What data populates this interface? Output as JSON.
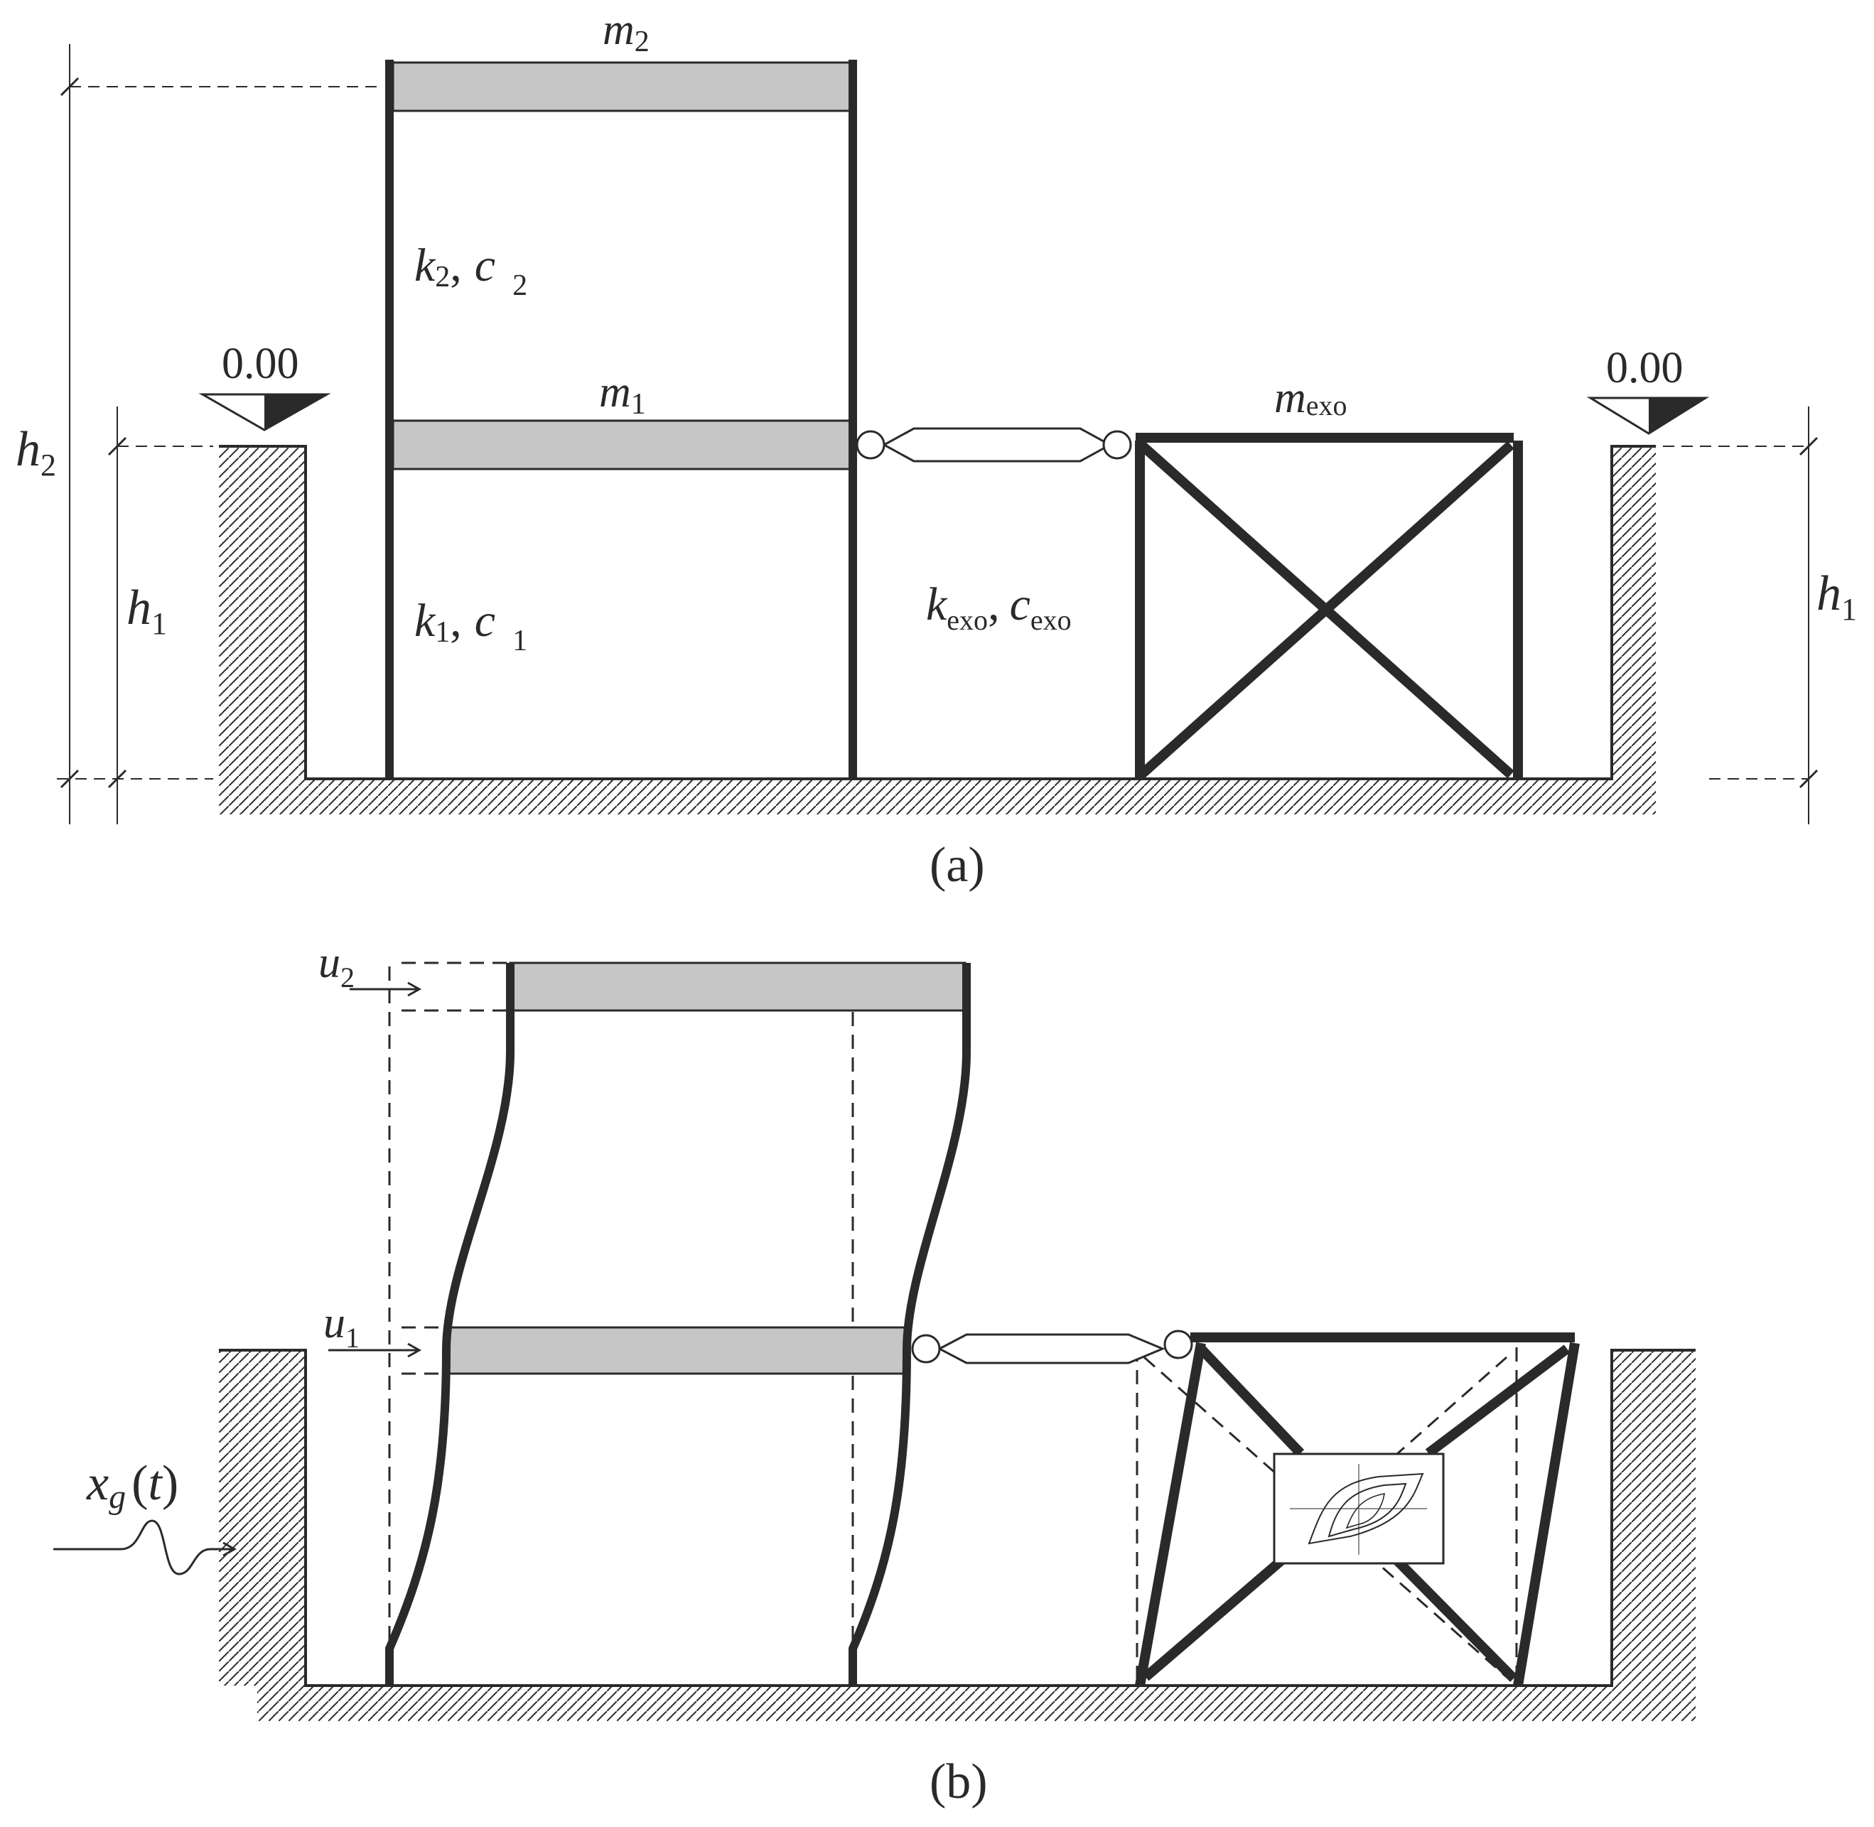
{
  "panel_a": {
    "caption": "(a)",
    "m2": {
      "base": "m",
      "sub": "2"
    },
    "m1": {
      "base": "m",
      "sub": "1"
    },
    "m_exo": {
      "base": "m",
      "sub": "exo"
    },
    "k2": {
      "base": "k",
      "sub": "2"
    },
    "c2": {
      "base": "c",
      "sub": "2"
    },
    "k1": {
      "base": "k",
      "sub": "1"
    },
    "c1": {
      "base": "c",
      "sub": "1"
    },
    "k_exo": {
      "base": "k",
      "sub": "exo"
    },
    "c_exo": {
      "base": "c",
      "sub": "exo"
    },
    "comma": ",",
    "h2": {
      "base": "h",
      "sub": "2"
    },
    "h1_left": {
      "base": "h",
      "sub": "1"
    },
    "h1_right": {
      "base": "h",
      "sub": "1"
    },
    "level_left": "0.00",
    "level_right": "0.00"
  },
  "panel_b": {
    "caption": "(b)",
    "u2": {
      "base": "u",
      "sub": "2"
    },
    "u1": {
      "base": "u",
      "sub": "1"
    },
    "ground_motion": {
      "base": "x",
      "sub": "g",
      "arg_open": "(",
      "arg": "t",
      "arg_close": ")"
    }
  },
  "colors": {
    "ink": "#2a2a2a",
    "slab_fill": "#c6c6c6"
  }
}
